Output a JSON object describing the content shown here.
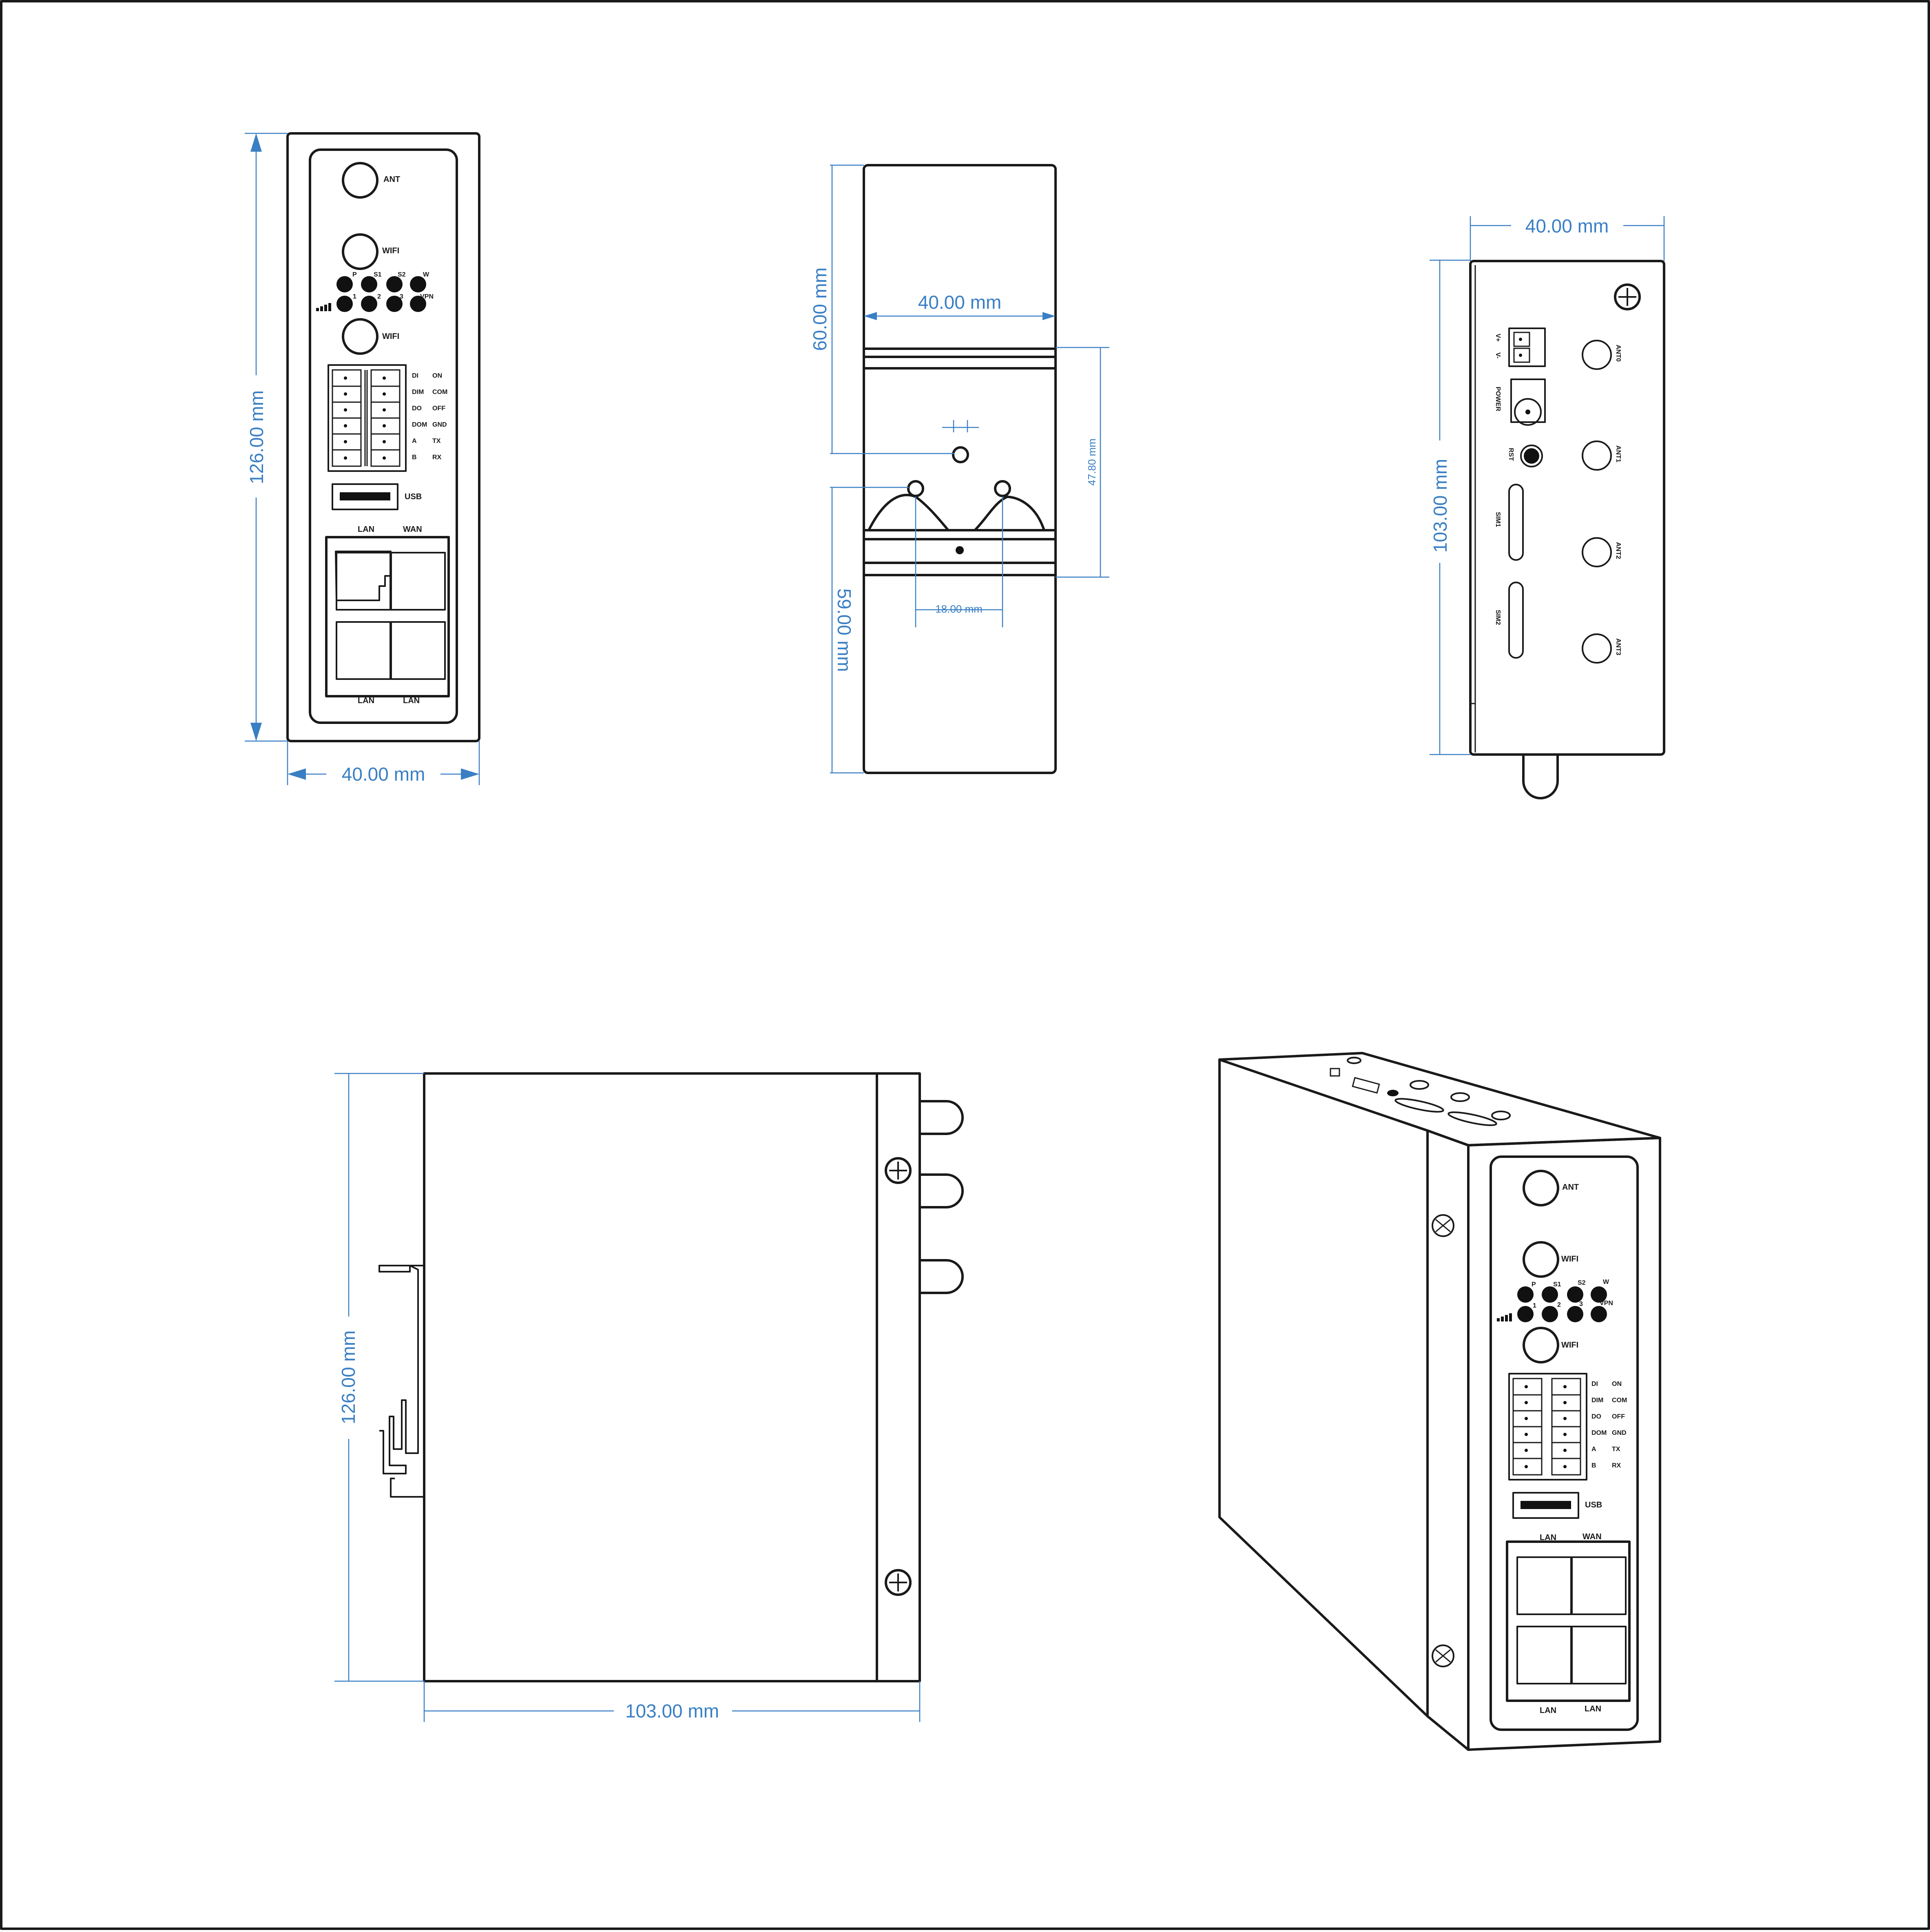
{
  "colors": {
    "dimension": "#3a7fc4",
    "outline": "#1a1a1a",
    "background": "#ffffff"
  },
  "dimensions": {
    "front_height": "126.00 mm",
    "front_width": "40.00 mm",
    "back_width": "40.00 mm",
    "back_upper": "60.00 mm",
    "back_lower": "59.00 mm",
    "back_rail": "47.80 mm",
    "back_holes": "18.00 mm",
    "top_width": "40.00 mm",
    "top_depth": "103.00 mm",
    "side_height": "126.00 mm",
    "side_depth": "103.00 mm"
  },
  "front_panel": {
    "ant": "ANT",
    "wifi_top": "WIFI",
    "wifi_bottom": "WIFI",
    "led_labels_top": [
      "P",
      "S1",
      "S2",
      "W"
    ],
    "led_labels_bottom": [
      "1",
      "2",
      "3",
      "VPN"
    ],
    "terminals_left": [
      "DI",
      "DIM",
      "DO",
      "DOM",
      "A",
      "B"
    ],
    "terminals_right": [
      "ON",
      "COM",
      "OFF",
      "GND",
      "TX",
      "RX"
    ],
    "usb": "USB",
    "port_top_left": "LAN",
    "port_top_right": "WAN",
    "port_bottom_left": "LAN",
    "port_bottom_right": "LAN"
  },
  "top_panel": {
    "vplus": "V+",
    "vminus": "V-",
    "power": "POWER",
    "rst": "RST",
    "sim1": "SIM1",
    "sim2": "SIM2",
    "ant0": "ANT0",
    "ant1": "ANT1",
    "ant2": "ANT2",
    "ant3": "ANT3"
  }
}
